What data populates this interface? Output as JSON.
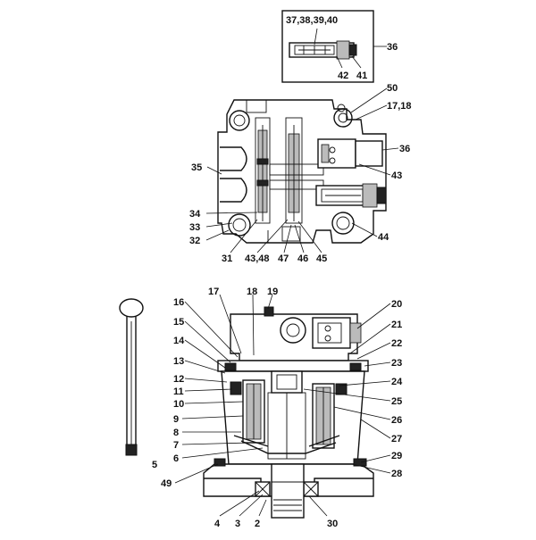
{
  "figure": {
    "inset_labels": {
      "top": "37,38,39,40",
      "left": "42",
      "right": "41",
      "callout": "36"
    },
    "valve_block_labels": [
      "50",
      "17,18",
      "36",
      "35",
      "43",
      "34",
      "33",
      "32",
      "44",
      "31",
      "43,48",
      "47",
      "46",
      "45"
    ],
    "motor_labels": [
      "17",
      "18",
      "19",
      "16",
      "15",
      "14",
      "13",
      "12",
      "11",
      "10",
      "9",
      "8",
      "7",
      "6",
      "20",
      "21",
      "22",
      "23",
      "24",
      "25",
      "26",
      "27",
      "29",
      "28",
      "49",
      "5",
      "4",
      "3",
      "2",
      "30"
    ]
  }
}
